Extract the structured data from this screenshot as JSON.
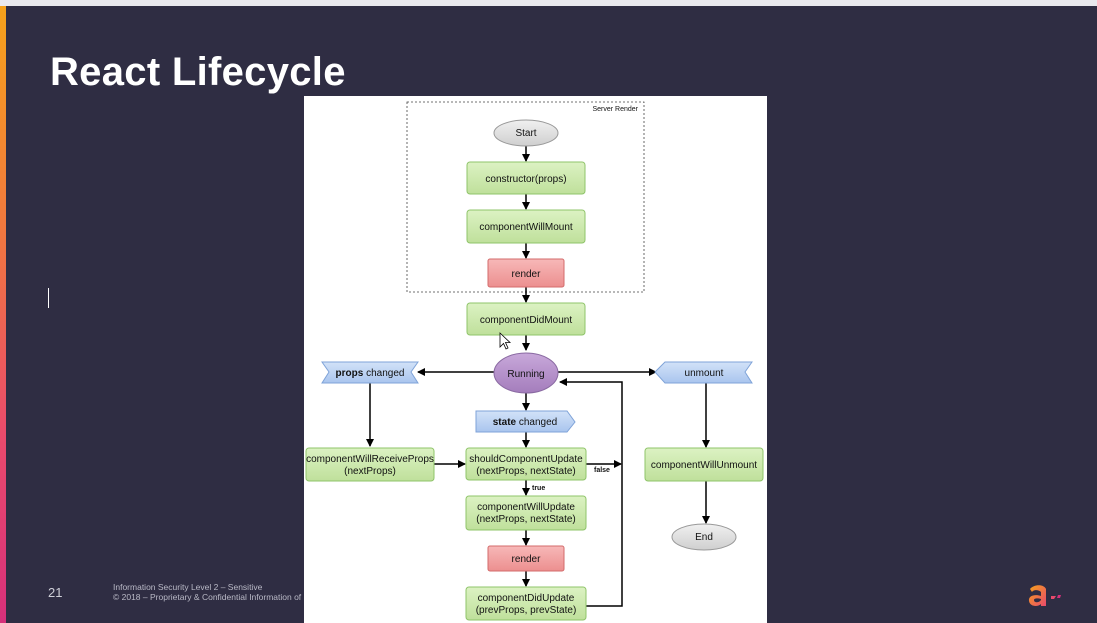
{
  "slide": {
    "title": "React Lifecycle",
    "page_number": "21",
    "footer": {
      "line1": "Information Security Level 2 – Sensitive",
      "line2": "© 2018 – Proprietary & Confidential Information of"
    },
    "colors": {
      "background": "#2f2d43",
      "accent_top": "#f6a21b",
      "accent_bottom": "#d6307a"
    },
    "logo_icon": "brand-logo-icon"
  },
  "diagram": {
    "server_render_label": "Server Render",
    "nodes": {
      "start": "Start",
      "constructor": "constructor(props)",
      "will_mount": "componentWillMount",
      "render_1": "render",
      "did_mount": "componentDidMount",
      "running": "Running",
      "props_changed_bold": "props",
      "props_changed_rest": " changed",
      "state_changed_bold": "state",
      "state_changed_rest": " changed",
      "unmount": "unmount",
      "will_receive_props_1": "componentWillReceiveProps",
      "will_receive_props_2": "(nextProps)",
      "should_update_1": "shouldComponentUpdate",
      "should_update_2": "(nextProps, nextState)",
      "will_unmount": "componentWillUnmount",
      "will_update_1": "componentWillUpdate",
      "will_update_2": "(nextProps, nextState)",
      "render_2": "render",
      "did_update_1": "componentDidUpdate",
      "did_update_2": "(prevProps, prevState)",
      "end": "End"
    },
    "edge_labels": {
      "true": "true",
      "false": "false"
    },
    "colors": {
      "green_fill": "#cfeab0",
      "green_stroke": "#8fc46a",
      "red_fill": "#f2a3a3",
      "red_stroke": "#d36b6b",
      "blue_fill": "#bcd3f3",
      "blue_stroke": "#7fa3d8",
      "grey_fill": "#dedede",
      "purple_fill": "#b592c9"
    }
  }
}
